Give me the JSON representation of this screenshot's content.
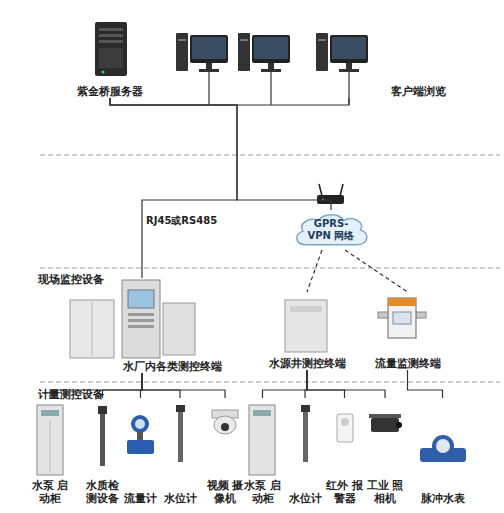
{
  "diagram": {
    "nodes": [
      {
        "text": [
          "紫金桥服务器"
        ]
      },
      {
        "text": [
          "客户端浏览"
        ]
      },
      {
        "text": [
          "GPRS-VPN 网络"
        ]
      },
      {
        "text": [
          "水厂内各类测控终端"
        ]
      },
      {
        "text": [
          "水源井测控终端"
        ]
      },
      {
        "text": [
          "流量监测终端"
        ]
      },
      {
        "text": [
          "水泵 启动柜"
        ]
      },
      {
        "text": [
          "水质检 测设备"
        ]
      },
      {
        "text": [
          "流量计"
        ]
      },
      {
        "text": [
          "水位计"
        ]
      },
      {
        "text": [
          "视频 摄像机"
        ]
      },
      {
        "text": [
          "水泵 启动柜"
        ]
      },
      {
        "text": [
          "水位计"
        ]
      },
      {
        "text": [
          "红外 报警器"
        ]
      },
      {
        "text": [
          "工业 照相机"
        ]
      },
      {
        "text": [
          "脉冲水表"
        ]
      }
    ],
    "edges": [
      {
        "from": 0,
        "to": 1,
        "arrow": "none"
      },
      {
        "from": 0,
        "to": 3,
        "label": "RJ45或RS485",
        "arrow": "none"
      },
      {
        "from": 0,
        "to": 2,
        "arrow": "none"
      },
      {
        "from": 2,
        "to": 4,
        "arrow": "none"
      },
      {
        "from": 2,
        "to": 5,
        "arrow": "none"
      },
      {
        "from": 3,
        "to": 6,
        "arrow": "none"
      },
      {
        "from": 3,
        "to": 7,
        "arrow": "none"
      },
      {
        "from": 3,
        "to": 8,
        "arrow": "none"
      },
      {
        "from": 3,
        "to": 9,
        "arrow": "none"
      },
      {
        "from": 3,
        "to": 10,
        "arrow": "none"
      },
      {
        "from": 4,
        "to": 11,
        "arrow": "none"
      },
      {
        "from": 4,
        "to": 12,
        "arrow": "none"
      },
      {
        "from": 4,
        "to": 13,
        "arrow": "none"
      },
      {
        "from": 4,
        "to": 14,
        "arrow": "none"
      },
      {
        "from": 5,
        "to": 15,
        "arrow": "none"
      }
    ],
    "labels": [
      "现场监控设备",
      "计量测控设备"
    ]
  }
}
